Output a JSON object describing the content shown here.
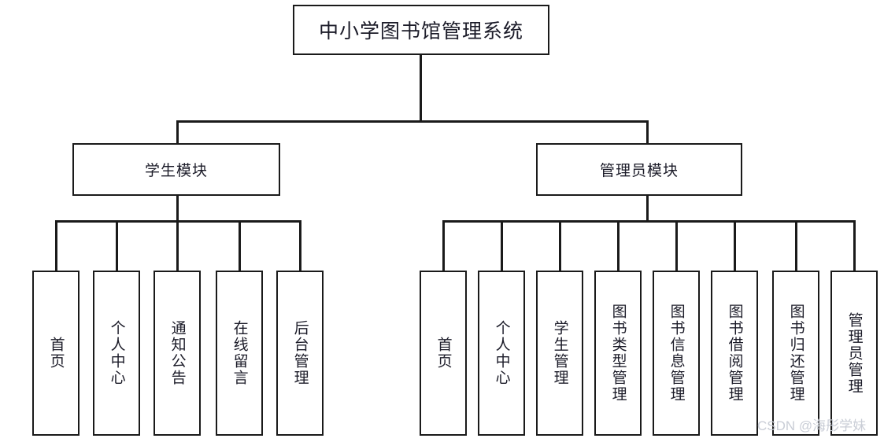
{
  "diagram": {
    "type": "org-chart",
    "title_node": {
      "label": "中小学图书馆管理系统"
    },
    "modules": [
      {
        "id": "student",
        "label": "学生模块"
      },
      {
        "id": "admin",
        "label": "管理员模块"
      }
    ],
    "student_leaves": [
      {
        "label": "首页"
      },
      {
        "label": "个人中心"
      },
      {
        "label": "通知公告"
      },
      {
        "label": "在线留言"
      },
      {
        "label": "后台管理"
      }
    ],
    "admin_leaves": [
      {
        "label": "首页"
      },
      {
        "label": "个人中心"
      },
      {
        "label": "学生管理"
      },
      {
        "label": "图书类型管理"
      },
      {
        "label": "图书信息管理"
      },
      {
        "label": "图书借阅管理"
      },
      {
        "label": "图书归还管理"
      },
      {
        "label": "管理员管理"
      }
    ],
    "watermark": "CSDN @海彤学妹",
    "colors": {
      "border": "#1a1a1a",
      "text": "#1b1b28",
      "background": "#ffffff",
      "watermark": "#c9cdd6"
    }
  }
}
